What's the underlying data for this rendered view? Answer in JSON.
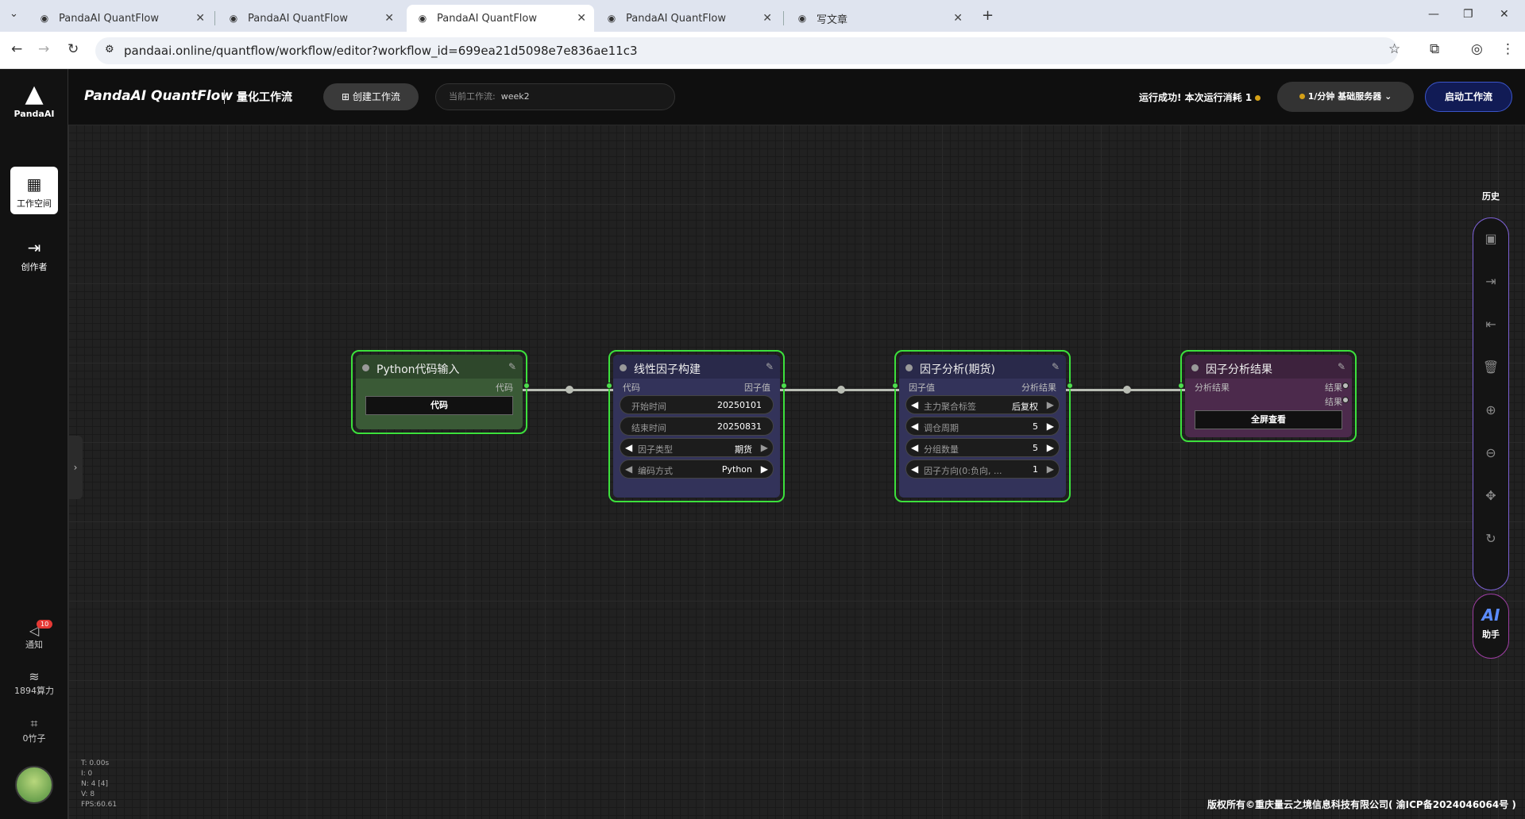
{
  "browser": {
    "tabs": [
      {
        "title": "PandaAI QuantFlow"
      },
      {
        "title": "PandaAI QuantFlow"
      },
      {
        "title": "PandaAI QuantFlow"
      },
      {
        "title": "PandaAI QuantFlow"
      },
      {
        "title": "写文章"
      }
    ],
    "url": "pandaai.online/quantflow/workflow/editor?workflow_id=699ea21d5098e7e836ae11c3"
  },
  "leftnav": {
    "logo": "PandaAI",
    "workspace": "工作空间",
    "creator": "创作者",
    "notify": "通知",
    "notify_badge": "10",
    "compute": "1894算力",
    "bamboo": "0竹子"
  },
  "topbar": {
    "brand": "PandaAI QuantFlow",
    "subtitle": "量化工作流",
    "create_btn": "创建工作流",
    "current_label": "当前工作流:",
    "current_value": "week2",
    "run_status": "运行成功!  本次运行消耗 1",
    "server": "1/分钟  基础服务器",
    "start_btn": "启动工作流"
  },
  "nodes": {
    "python": {
      "title": "Python代码输入",
      "out": "代码",
      "btn": "代码"
    },
    "linear": {
      "title": "线性因子构建",
      "in": "代码",
      "out": "因子值",
      "widgets": [
        {
          "label": "开始时间",
          "value": "20250101"
        },
        {
          "label": "结束时间",
          "value": "20250831"
        },
        {
          "label": "因子类型",
          "value": "期货"
        },
        {
          "label": "编码方式",
          "value": "Python"
        }
      ]
    },
    "analysis": {
      "title": "因子分析(期货)",
      "in": "因子值",
      "out": "分析结果",
      "widgets": [
        {
          "label": "主力聚合标签",
          "value": "后复权"
        },
        {
          "label": "调仓周期",
          "value": "5"
        },
        {
          "label": "分组数量",
          "value": "5"
        },
        {
          "label": "因子方向(0:负向,  ...",
          "value": "1"
        }
      ]
    },
    "result": {
      "title": "因子分析结果",
      "in": "分析结果",
      "out1": "结果",
      "out2": "结果",
      "btn": "全屏查看"
    }
  },
  "righttools": {
    "history": "历史",
    "ai": "AI",
    "ai_label": "助手"
  },
  "stats": {
    "t": "T: 0.00s",
    "i": "I: 0",
    "n": "N: 4 [4]",
    "v": "V: 8",
    "fps": "FPS:60.61"
  },
  "footer": {
    "copyright": "版权所有©重庆量云之境信息科技有限公司( 渝ICP备2024046064号 )"
  },
  "colors": {
    "node_border": "#3ce03c",
    "accent": "#3b55c9",
    "badge": "#e53935"
  }
}
